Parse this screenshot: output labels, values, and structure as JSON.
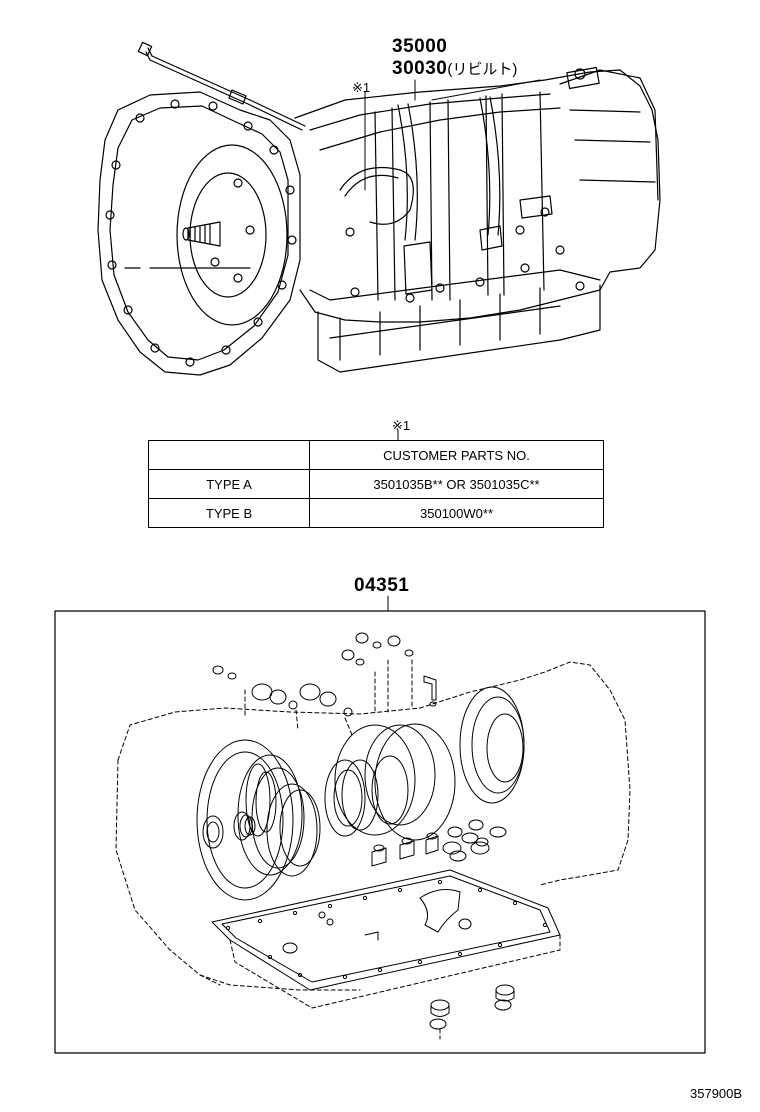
{
  "assembly": {
    "part_no_main": "35000",
    "part_no_rebuilt": "30030",
    "rebuilt_note": "(リビルト)",
    "ref_mark": "※1"
  },
  "table": {
    "ref_mark": "※1",
    "header": [
      "",
      "CUSTOMER PARTS NO."
    ],
    "rows": [
      {
        "type": "TYPE A",
        "parts_no": "3501035B** OR 3501035C**"
      },
      {
        "type": "TYPE B",
        "parts_no": "350100W0**"
      }
    ]
  },
  "gasket_kit": {
    "part_no": "04351"
  },
  "figure_id": "357900B"
}
